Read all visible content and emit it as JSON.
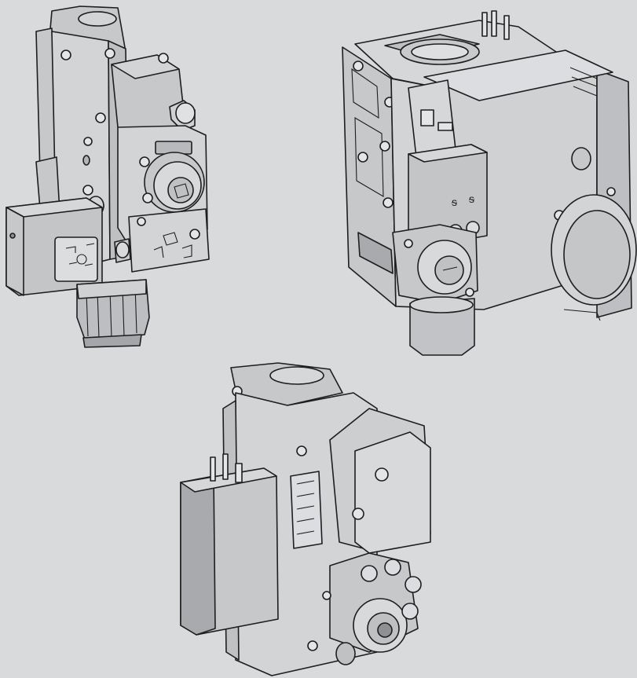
{
  "colors": {
    "background": "#d9dadb",
    "body_fill": "#c7c8ca",
    "face_fill": "#d3d4d6",
    "shadow_fill": "#a9aaad",
    "outline": "#1e1e1e"
  },
  "illustrations": [
    {
      "id": "gas-valve-1",
      "icon": "gas-valve-vertical-icon"
    },
    {
      "id": "gas-valve-2",
      "icon": "gas-valve-with-actuator-icon"
    },
    {
      "id": "gas-valve-3",
      "icon": "gas-valve-compact-icon"
    }
  ],
  "labels": {
    "valve2_terminal_left": "ᵴ",
    "valve2_terminal_right": "ᵴ"
  }
}
